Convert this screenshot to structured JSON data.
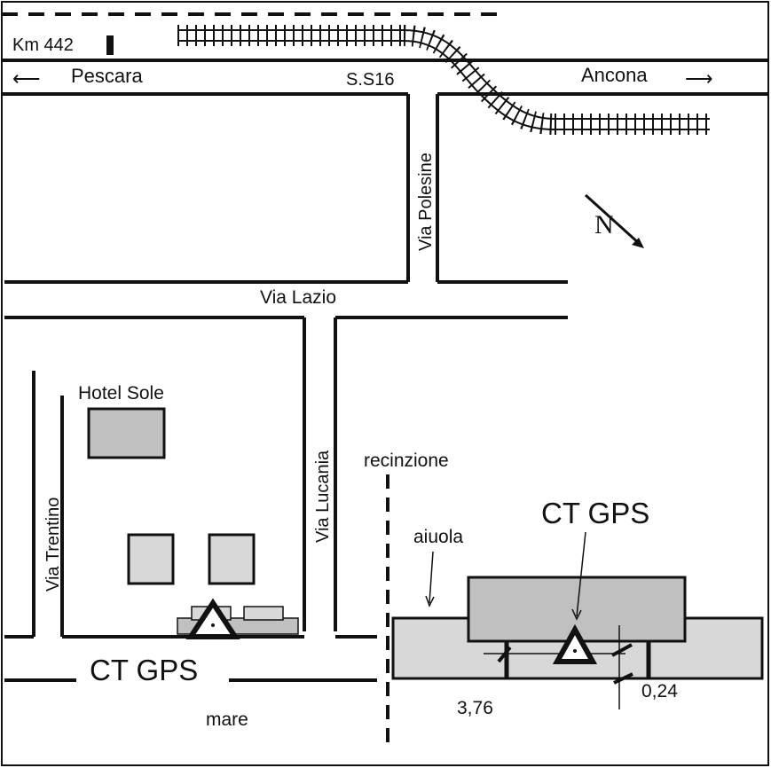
{
  "labels": {
    "km_marker": "Km 442",
    "pescara": "Pescara",
    "highway": "S.S16",
    "ancona": "Ancona",
    "via_polesine": "Via Polesine",
    "north": "N",
    "via_lazio": "Via Lazio",
    "hotel_sole": "Hotel Sole",
    "via_trentino": "Via Trentino",
    "via_lucania": "Via Lucania",
    "recinzione": "recinzione",
    "ct_gps_detail": "CT GPS",
    "aiuola": "aiuola",
    "ct_gps_street": "CT GPS",
    "mare": "mare",
    "dist_left": "3,76",
    "dist_right": "0,24"
  },
  "colors": {
    "ink": "#111111",
    "building_dark": "#c0c0c0",
    "building_light": "#d8d8d8",
    "background": "#ffffff"
  },
  "icons": [
    "survey-triangle-icon",
    "north-arrow-icon",
    "left-arrow-icon",
    "right-arrow-icon",
    "km-marker-icon"
  ]
}
